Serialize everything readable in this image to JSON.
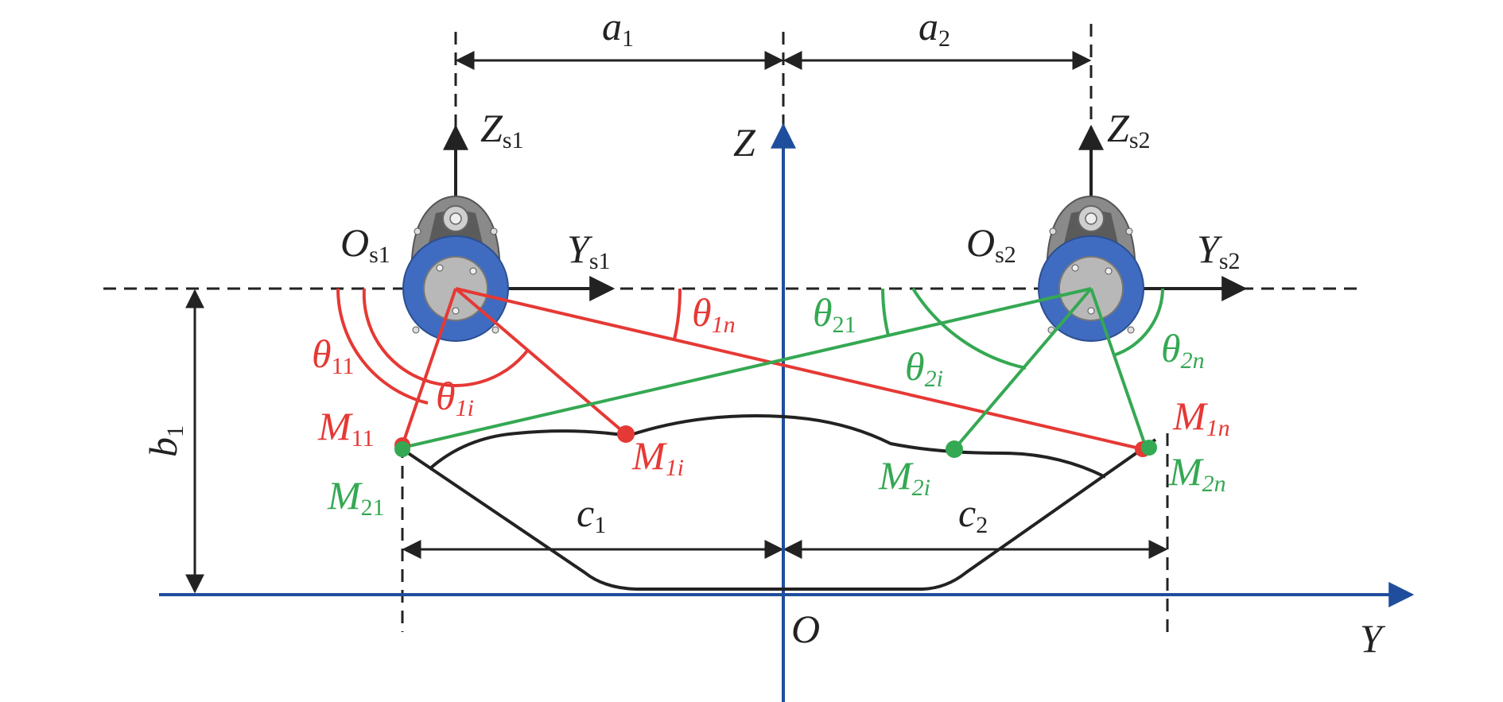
{
  "labels": {
    "a1": {
      "main": "a",
      "sub": "1"
    },
    "a2": {
      "main": "a",
      "sub": "2"
    },
    "b1": {
      "main": "b",
      "sub": "1"
    },
    "c1": {
      "main": "c",
      "sub": "1"
    },
    "c2": {
      "main": "c",
      "sub": "2"
    },
    "Z": "Z",
    "Y": "Y",
    "O": "O",
    "Zs1": {
      "main": "Z",
      "sub": "s1"
    },
    "Zs2": {
      "main": "Z",
      "sub": "s2"
    },
    "Ys1": {
      "main": "Y",
      "sub": "s1"
    },
    "Ys2": {
      "main": "Y",
      "sub": "s2"
    },
    "Os1": {
      "main": "O",
      "sub": "s1"
    },
    "Os2": {
      "main": "O",
      "sub": "s2"
    },
    "theta11": {
      "main": "θ",
      "sub": "11"
    },
    "theta1i": {
      "main": "θ",
      "sub": "1i"
    },
    "theta1n": {
      "main": "θ",
      "sub": "1n"
    },
    "theta21": {
      "main": "θ",
      "sub": "21"
    },
    "theta2i": {
      "main": "θ",
      "sub": "2i"
    },
    "theta2n": {
      "main": "θ",
      "sub": "2n"
    },
    "M11": {
      "main": "M",
      "sub": "11"
    },
    "M1i": {
      "main": "M",
      "sub": "1i"
    },
    "M1n": {
      "main": "M",
      "sub": "1n"
    },
    "M21": {
      "main": "M",
      "sub": "21"
    },
    "M2i": {
      "main": "M",
      "sub": "2i"
    },
    "M2n": {
      "main": "M",
      "sub": "2n"
    }
  },
  "colors": {
    "sensor1_rays": "#e53935",
    "sensor2_rays": "#35a853",
    "axes": "#1f4e9c",
    "dimension": "#222222",
    "sensor_ring": "#3f6cc0",
    "sensor_body": "#b8b8b8"
  },
  "icons": [
    "sensor-1-icon",
    "sensor-2-icon"
  ]
}
